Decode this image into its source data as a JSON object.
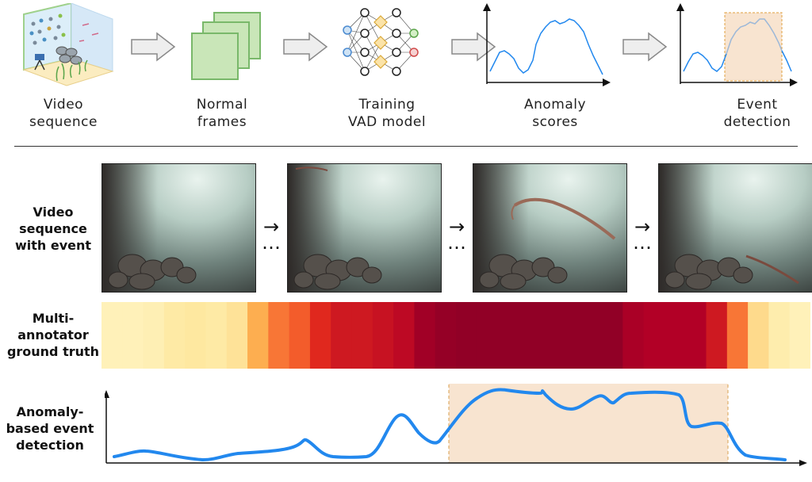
{
  "pipeline": {
    "steps": [
      {
        "label": "Video\nsequence"
      },
      {
        "label": "Normal\nframes"
      },
      {
        "label": "Training\nVAD model"
      },
      {
        "label": "Anomaly\nscores"
      },
      {
        "label": "Event\ndetection"
      }
    ]
  },
  "rows": {
    "video": {
      "label": "Video\nsequence\nwith event"
    },
    "ground_truth": {
      "label": "Multi-\nannotator\nground truth"
    },
    "detection": {
      "label": "Anomaly-\nbased event\ndetection"
    }
  },
  "sequence": {
    "separator": "→\n…"
  },
  "colors": {
    "score_line": "#2288ee",
    "detection_band": "#f8e4d0",
    "frame_green": "#b5dba3",
    "frame_green_border": "#79b86a",
    "arrow_fill": "#eeeeee",
    "arrow_stroke": "#888888"
  },
  "heatmap_levels": [
    0.1,
    0.1,
    0.12,
    0.18,
    0.2,
    0.18,
    0.22,
    0.4,
    0.55,
    0.62,
    0.75,
    0.8,
    0.8,
    0.82,
    0.85,
    0.92,
    0.95,
    0.96,
    0.96,
    0.96,
    0.96,
    0.96,
    0.96,
    0.96,
    0.96,
    0.9,
    0.88,
    0.88,
    0.88,
    0.8,
    0.55,
    0.25,
    0.15,
    0.1
  ]
}
